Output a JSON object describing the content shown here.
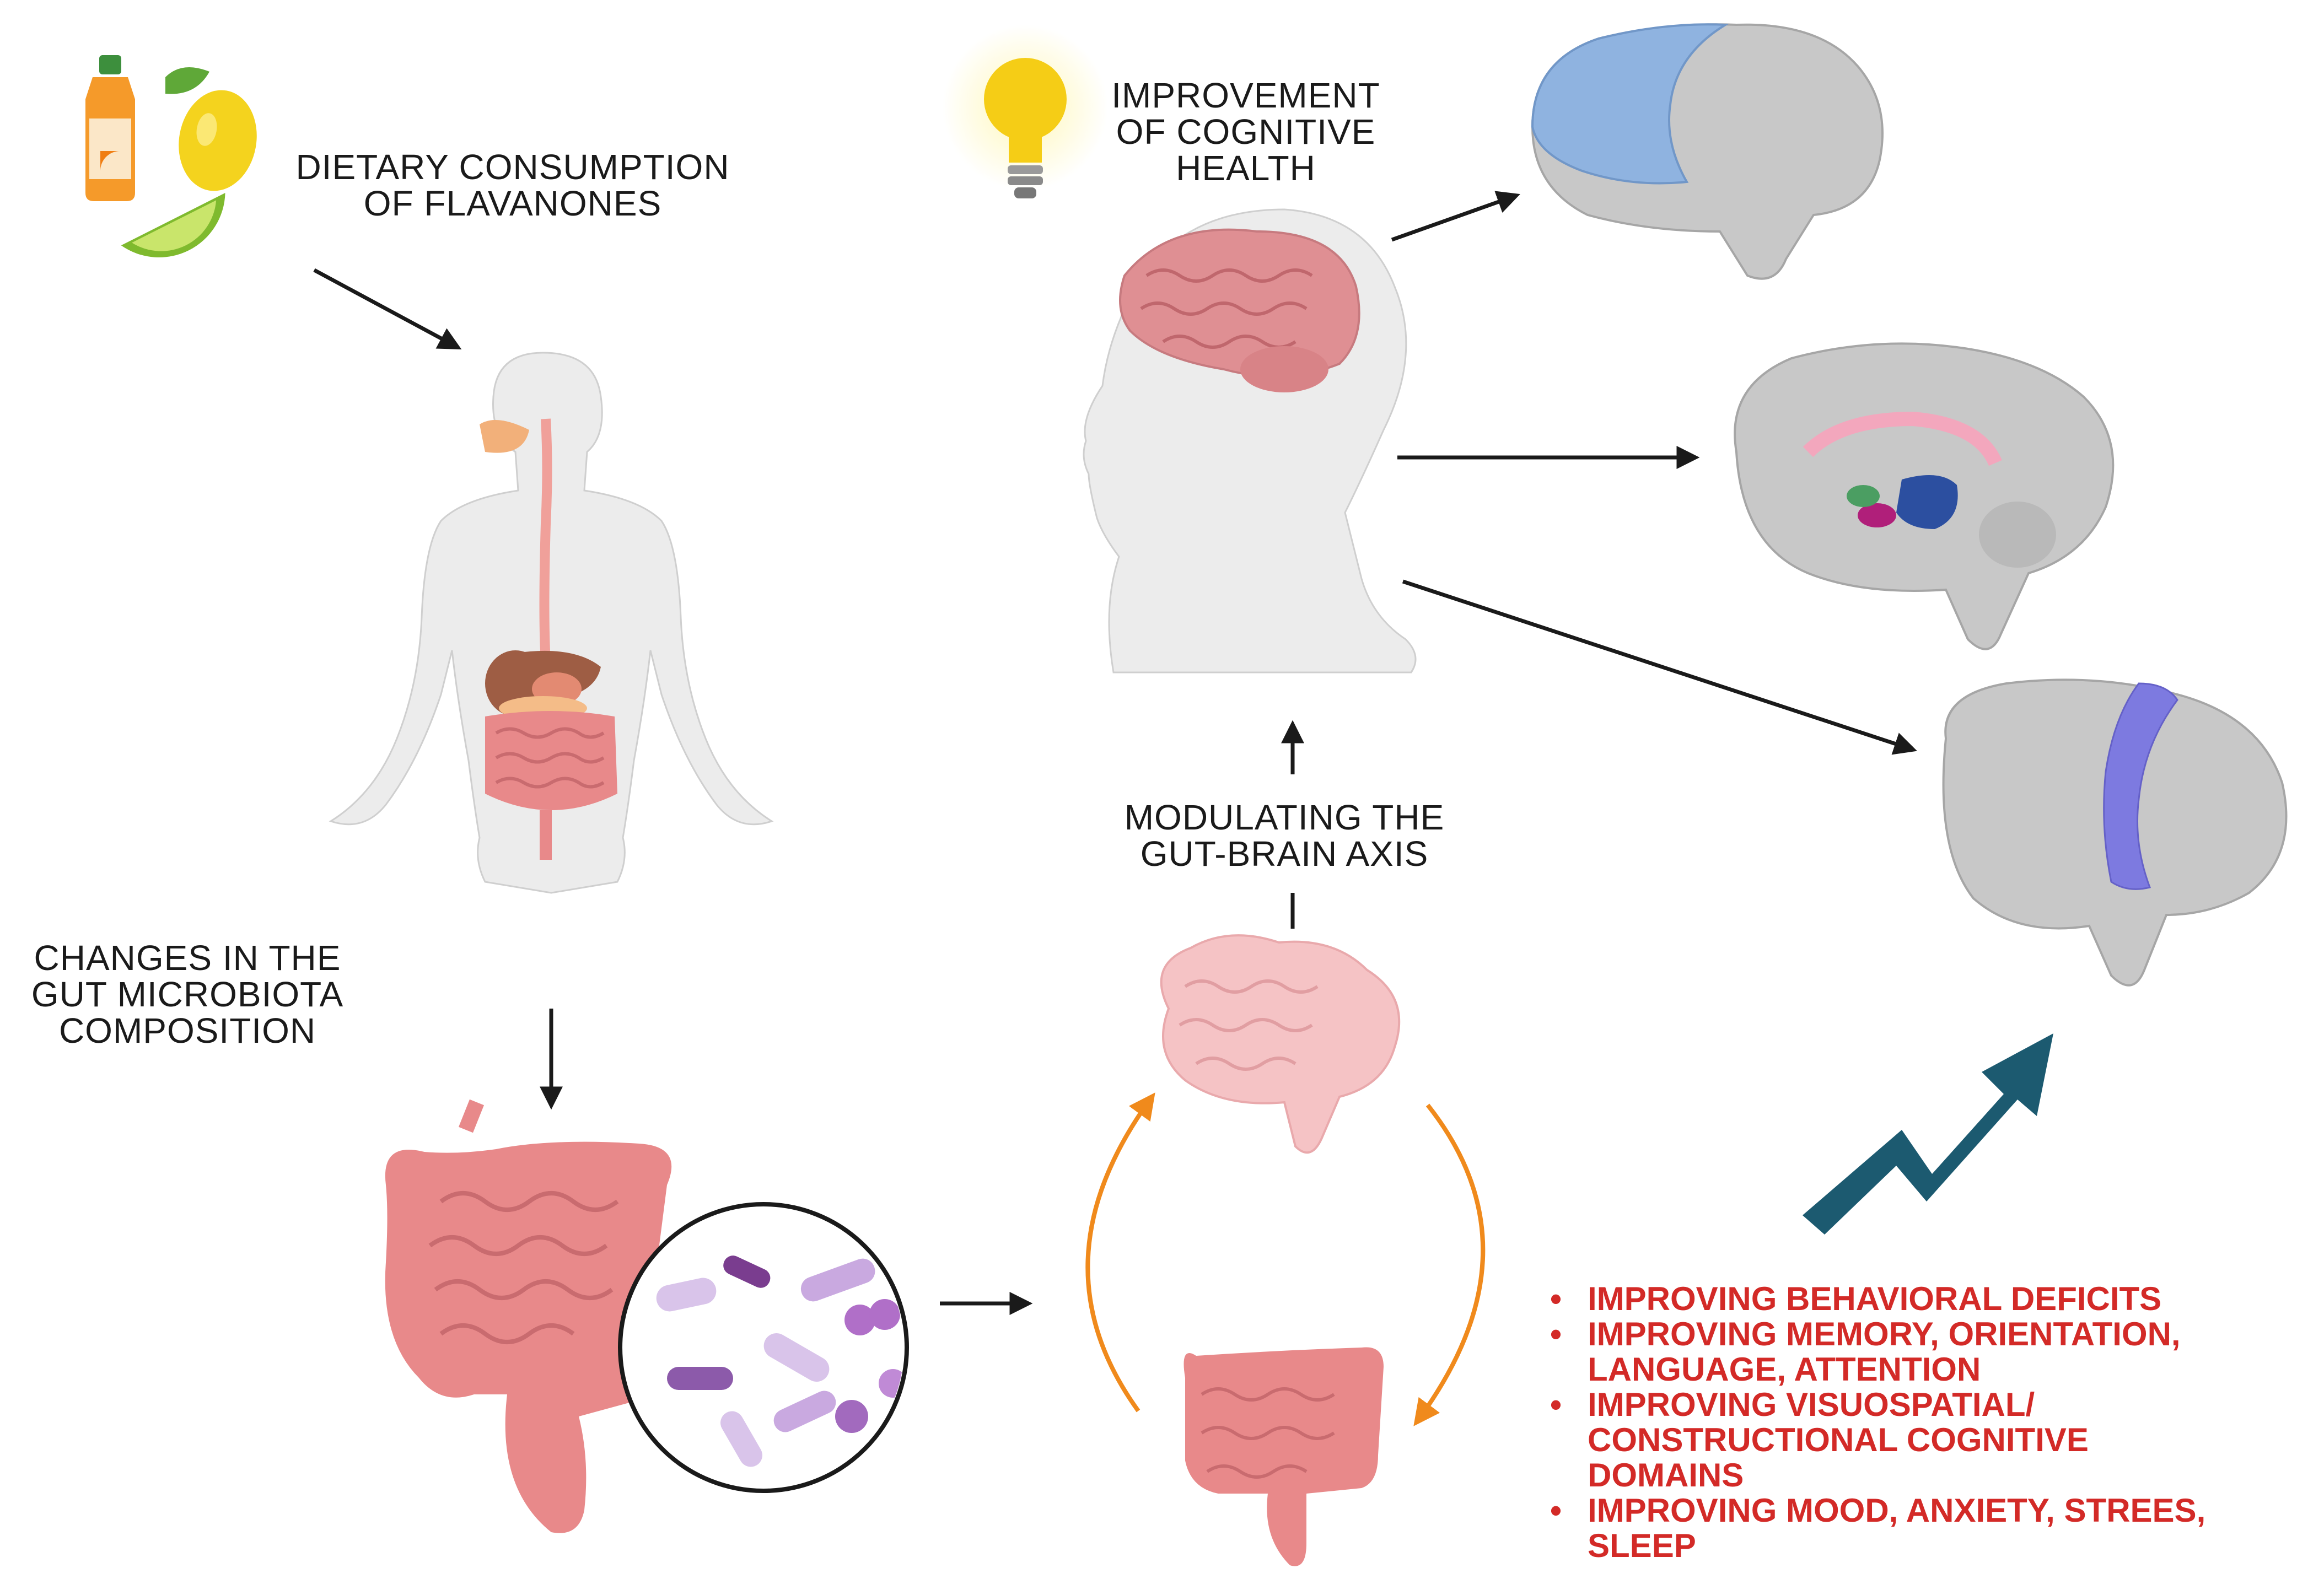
{
  "labels": {
    "dietary": [
      "DIETARY CONSUMPTION",
      "OF FLAVANONES"
    ],
    "gut_changes": [
      "CHANGES IN THE",
      "GUT MICROBIOTA",
      "COMPOSITION"
    ],
    "cognitive": [
      "IMPROVEMENT",
      "OF COGNITIVE",
      "HEALTH"
    ],
    "modulating": [
      "MODULATING THE",
      "GUT-BRAIN AXIS"
    ]
  },
  "outcomes": [
    [
      "IMPROVING BEHAVIORAL DEFICITS"
    ],
    [
      "IMPROVING MEMORY, ORIENTATION,",
      "LANGUAGE, ATTENTION"
    ],
    [
      "IMPROVING VISUOSPATIAL/",
      "CONSTRUCTIONAL COGNITIVE",
      "DOMAINS"
    ],
    [
      "IMPROVING MOOD, ANXIETY, STREES,",
      "SLEEP"
    ]
  ],
  "colors": {
    "outcome_text": "#d32a27",
    "trend_arrow": "#1c5a70",
    "cycle_arrow": "#f08a1c",
    "intestine": "#e8898a",
    "brain_pink": "#df8f93",
    "brain_grey": "#c8c8c8",
    "frontal_lobe": "#8fb3e0",
    "cingulate": "#f3a7bd",
    "motor_strip": "#7d7ae0",
    "bulb_yellow": "#f5cd16"
  },
  "icons": [
    "juice-bottle-icon",
    "lemon-icon",
    "lime-slice-icon",
    "lightbulb-icon",
    "bacteria-magnifier-icon"
  ]
}
